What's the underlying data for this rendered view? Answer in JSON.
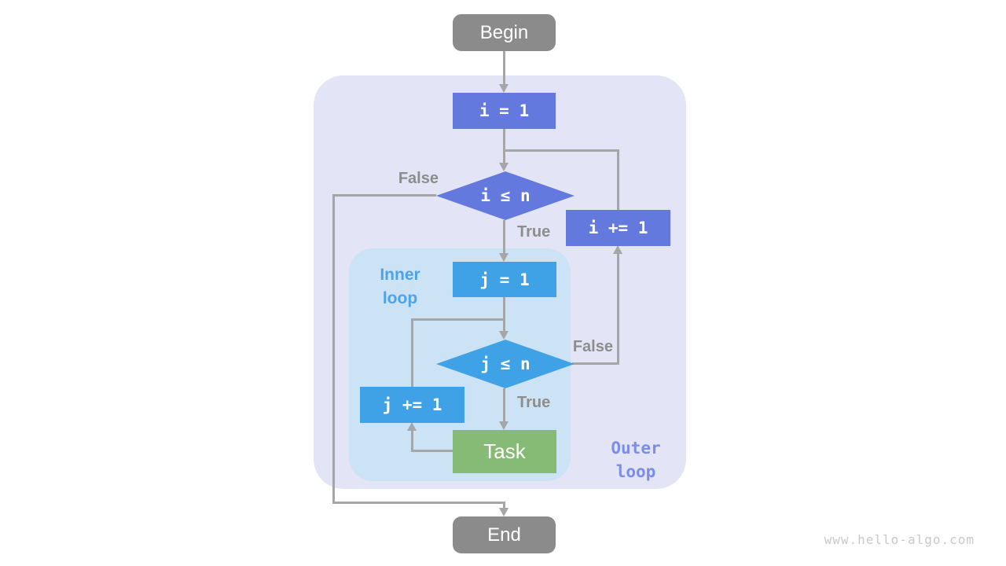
{
  "nodes": {
    "begin": {
      "label": "Begin"
    },
    "init_i": {
      "label": "i = 1"
    },
    "cond_i": {
      "label": "i ≤ n"
    },
    "inc_i": {
      "label": "i += 1"
    },
    "init_j": {
      "label": "j = 1"
    },
    "cond_j": {
      "label": "j ≤ n"
    },
    "inc_j": {
      "label": "j += 1"
    },
    "task": {
      "label": "Task"
    },
    "end": {
      "label": "End"
    }
  },
  "edge_labels": {
    "outer_false": "False",
    "outer_true": "True",
    "inner_false": "False",
    "inner_true": "True"
  },
  "regions": {
    "inner": {
      "label_line1": "Inner",
      "label_line2": "loop"
    },
    "outer": {
      "label_line1": "Outer",
      "label_line2": "loop"
    }
  },
  "watermark": "www.hello-algo.com",
  "colors": {
    "outer_region_bg": "#E3E5F7",
    "inner_region_bg": "#CCE2F5",
    "outer_node": "#6379DD",
    "inner_node": "#3FA2E7",
    "task_node": "#85BB74",
    "terminal_node": "#8B8B8B",
    "connector": "#A6A6A6",
    "edge_label": "#8D8D8D",
    "inner_label": "#4DA3E8",
    "outer_label": "#7B8DE9",
    "watermark": "#C9C9C9"
  }
}
